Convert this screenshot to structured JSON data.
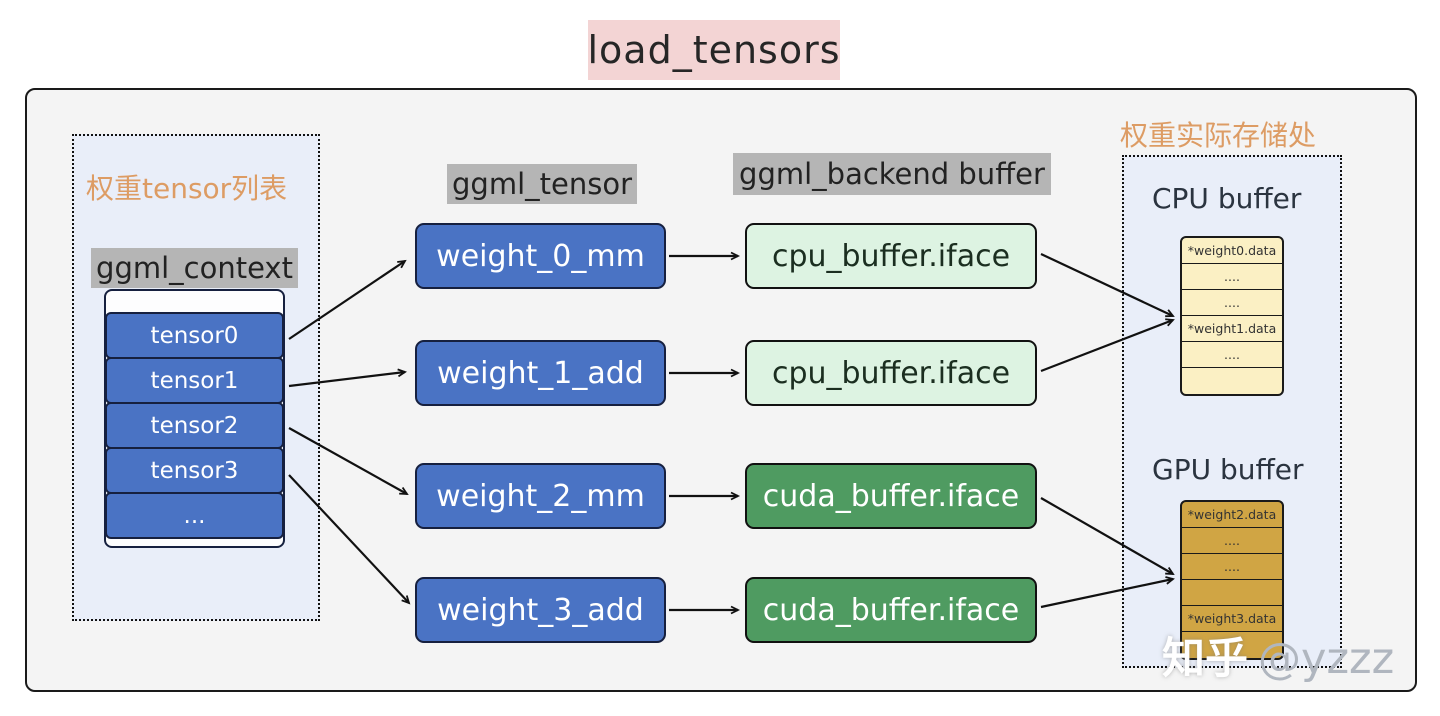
{
  "title": "load_tensors",
  "left_panel": {
    "label": "权重tensor列表",
    "context_label": "ggml_context",
    "tensors": [
      "tensor0",
      "tensor1",
      "tensor2",
      "tensor3",
      "..."
    ]
  },
  "tensor_column": {
    "label": "ggml_tensor",
    "boxes": [
      "weight_0_mm",
      "weight_1_add",
      "weight_2_mm",
      "weight_3_add"
    ]
  },
  "buffer_column": {
    "label": "ggml_backend buffer",
    "boxes": [
      "cpu_buffer.iface",
      "cpu_buffer.iface",
      "cuda_buffer.iface",
      "cuda_buffer.iface"
    ]
  },
  "storage_panel": {
    "label": "权重实际存储处",
    "cpu": {
      "title": "CPU buffer",
      "rows": [
        "*weight0.data",
        "....",
        "....",
        "*weight1.data",
        "....",
        ""
      ]
    },
    "gpu": {
      "title": "GPU buffer",
      "rows": [
        "*weight2.data",
        "....",
        "....",
        "",
        "*weight3.data",
        ""
      ]
    }
  },
  "watermark": {
    "brand": "知乎",
    "handle": "@yzzz"
  },
  "colors": {
    "title_bg": "#f3d4d4",
    "panel_bg": "#e9eef9",
    "container_bg": "#f4f4f4",
    "label_highlight": "#b5b5b5",
    "orange_text": "#dd9c64",
    "tensor_blue": "#4a73c4",
    "cpu_buffer_green": "#ddf3e2",
    "cuda_buffer_green": "#4f9b61",
    "cpu_table_yellow": "#fbf0c4",
    "gpu_table_gold": "#d0a544",
    "arrow": "#111111"
  }
}
